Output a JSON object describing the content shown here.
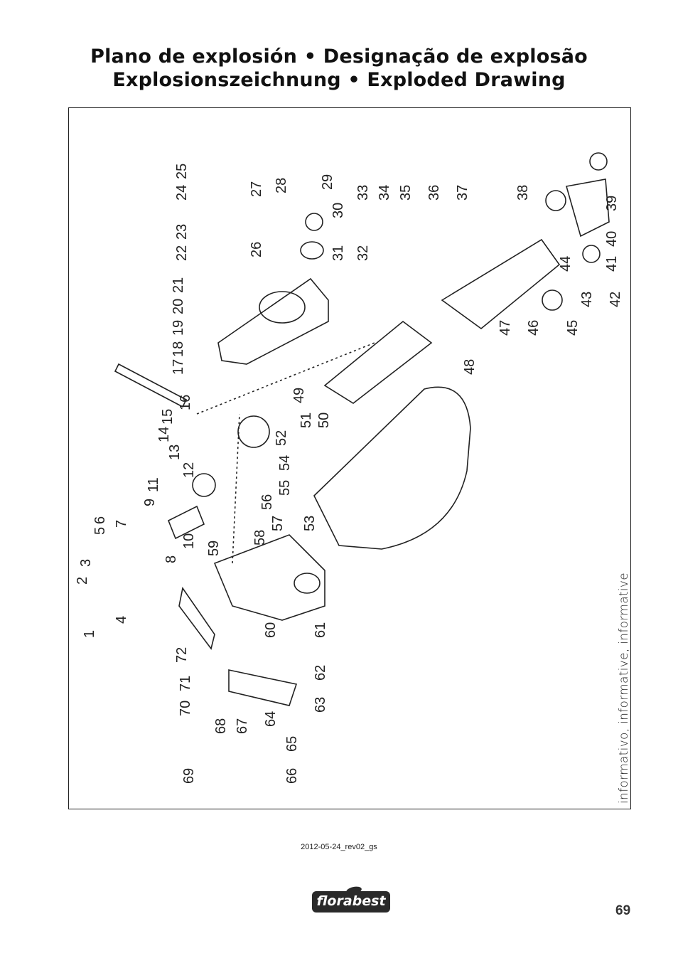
{
  "header": {
    "title_line1": "Plano de explosión • Designação de explosão",
    "title_line2": "Explosionszeichnung • Exploded Drawing"
  },
  "drawing": {
    "callouts": [
      "1",
      "2",
      "3",
      "4",
      "5",
      "6",
      "7",
      "8",
      "9",
      "10",
      "11",
      "12",
      "13",
      "14",
      "15",
      "16",
      "17",
      "18",
      "19",
      "20",
      "21",
      "22",
      "23",
      "24",
      "25",
      "26",
      "27",
      "28",
      "29",
      "30",
      "31",
      "32",
      "33",
      "34",
      "35",
      "36",
      "37",
      "38",
      "39",
      "40",
      "41",
      "42",
      "43",
      "44",
      "45",
      "46",
      "47",
      "48",
      "49",
      "50",
      "51",
      "52",
      "53",
      "54",
      "55",
      "56",
      "57",
      "58",
      "59",
      "60",
      "61",
      "62",
      "63",
      "64",
      "65",
      "66",
      "67",
      "68",
      "69",
      "70",
      "71",
      "72"
    ],
    "side_note": "informativo, informative, informative"
  },
  "footer": {
    "revision": "2012-05-24_rev02_gs",
    "brand": "florabest",
    "page_number": "69"
  }
}
